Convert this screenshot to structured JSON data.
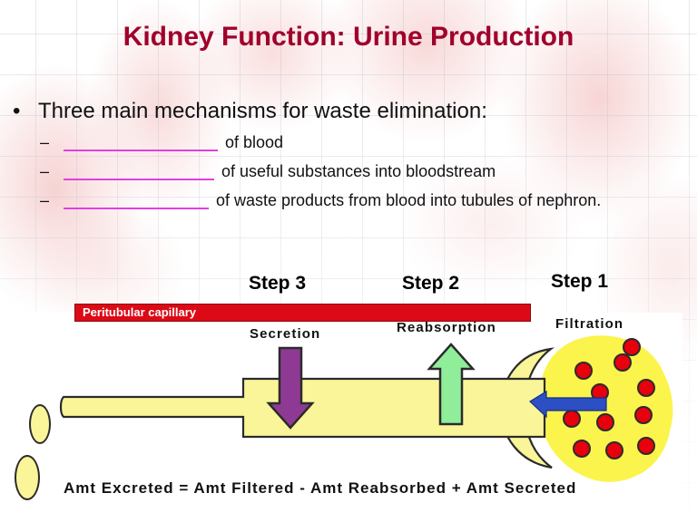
{
  "slide": {
    "title": "Kidney Function: Urine Production",
    "title_color": "#A0002B",
    "background_color": "#ffffff"
  },
  "body": {
    "bullet_marker": "•",
    "bullet_text": "Three main mechanisms for waste elimination:",
    "sub_marker": "–",
    "sub_items": [
      {
        "blank": "",
        "text": "of blood"
      },
      {
        "blank": "",
        "text": "of useful substances into bloodstream"
      },
      {
        "blank": "",
        "text": "of waste products from blood into tubules of nephron."
      }
    ],
    "blank_underline_color": "#E040E0"
  },
  "diagram": {
    "steps": [
      {
        "label": "Step 3",
        "process": "Secretion"
      },
      {
        "label": "Step 2",
        "process": "Reabsorption"
      },
      {
        "label": "Step 1",
        "process": "Filtration"
      }
    ],
    "capillary_bar": {
      "label": "Peritubular capillary",
      "fill": "#DB0A16",
      "text_color": "#ffffff"
    },
    "equation": "Amt Excreted = Amt Filtered - Amt Reabsorbed + Amt Secreted",
    "colors": {
      "tubule_fill": "#FAF598",
      "glomerulus_fill": "#FBF44C",
      "blood_dot": "#E8000D",
      "secretion_arrow": "#8E3A94",
      "reabsorption_arrow": "#90EE9B",
      "filtration_arrow": "#2C4FC4",
      "outline": "#2b2b2b"
    },
    "blood_dot_count": 11
  }
}
